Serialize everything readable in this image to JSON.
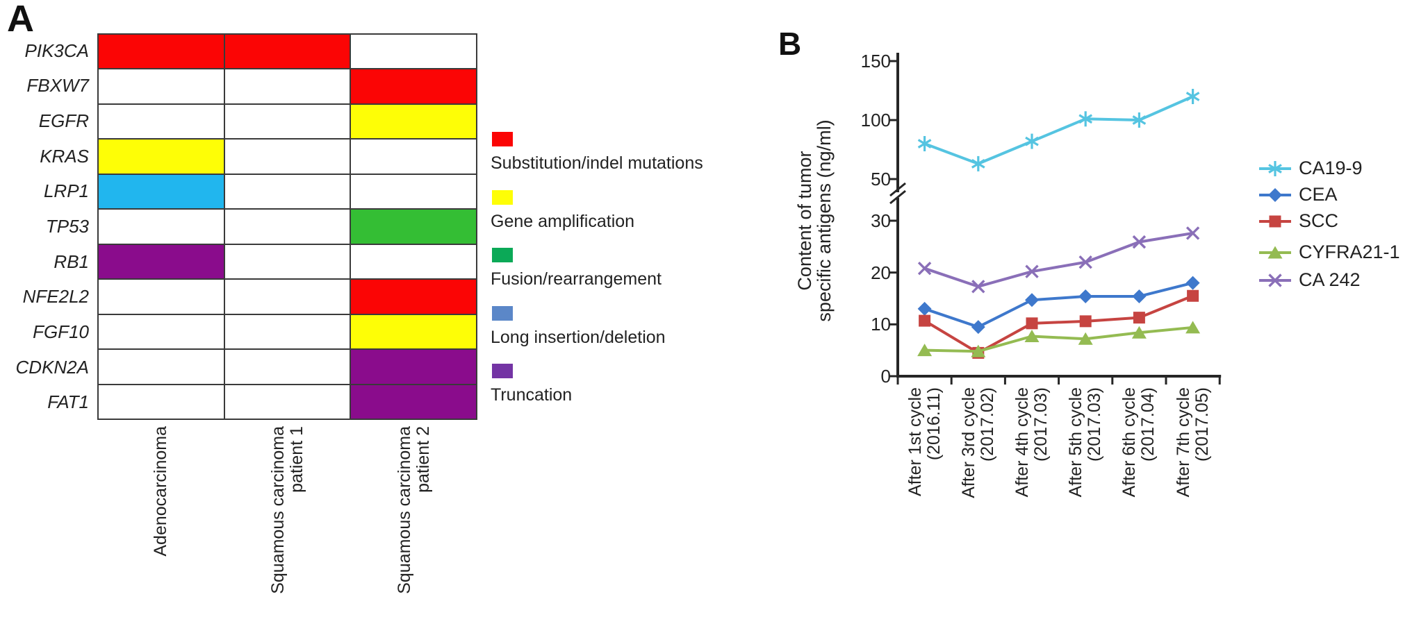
{
  "panels": {
    "a": {
      "label": "A",
      "genes": [
        "PIK3CA",
        "FBXW7",
        "EGFR",
        "KRAS",
        "LRP1",
        "TP53",
        "RB1",
        "NFE2L2",
        "FGF10",
        "CDKN2A",
        "FAT1"
      ],
      "columns": [
        [
          "Adenocarcinoma"
        ],
        [
          "Squamous carcinoma",
          "patient 1"
        ],
        [
          "Squamous carcinoma",
          "patient 2"
        ]
      ],
      "matrix": [
        [
          "red",
          "red",
          "none"
        ],
        [
          "none",
          "none",
          "red"
        ],
        [
          "none",
          "none",
          "yellow"
        ],
        [
          "yellow",
          "none",
          "none"
        ],
        [
          "cyan",
          "none",
          "none"
        ],
        [
          "none",
          "none",
          "green"
        ],
        [
          "purple",
          "none",
          "none"
        ],
        [
          "none",
          "none",
          "red"
        ],
        [
          "none",
          "none",
          "yellow"
        ],
        [
          "none",
          "none",
          "purple"
        ],
        [
          "none",
          "none",
          "purple"
        ]
      ],
      "cell_palette": {
        "red": "#FB0505",
        "yellow": "#FEFE06",
        "cyan": "#21B6EE",
        "green": "#34BE34",
        "purple": "#8A0C8C",
        "none": "#FFFFFF"
      },
      "legend": [
        {
          "color": "#FB0505",
          "label": "Substitution/indel mutations"
        },
        {
          "color": "#FEFE06",
          "label": "Gene amplification"
        },
        {
          "color": "#0BA957",
          "label": "Fusion/rearrangement"
        },
        {
          "color": "#5B87C8",
          "label": "Long insertion/deletion"
        },
        {
          "color": "#7434A4",
          "label": "Truncation"
        }
      ]
    },
    "b": {
      "label": "B",
      "ylabel_lines": [
        "Content of tumor",
        "specific antigens (ng/ml)"
      ]
    }
  },
  "chart_data": {
    "type": "line",
    "title": "",
    "xlabel": "",
    "ylabel": "Content of tumor specific antigens (ng/ml)",
    "categories": [
      "After 1st cycle",
      "After 3rd cycle",
      "After 4th cycle",
      "After 5th cycle",
      "After 6th cycle",
      "After 7th cycle"
    ],
    "category_dates": [
      "(2016.11)",
      "(2017.02)",
      "(2017.03)",
      "(2017.03)",
      "(2017.04)",
      "(2017.05)"
    ],
    "series": [
      {
        "name": "CA19-9",
        "color": "#55C4E1",
        "marker": "asterisk",
        "values": [
          80,
          63,
          82,
          101,
          100,
          120
        ]
      },
      {
        "name": "CEA",
        "color": "#3E78CC",
        "marker": "diamond",
        "values": [
          13,
          9.5,
          14.7,
          15.4,
          15.4,
          18
        ]
      },
      {
        "name": "SCC",
        "color": "#C64441",
        "marker": "square",
        "values": [
          10.7,
          4.5,
          10.2,
          10.6,
          11.3,
          15.5
        ]
      },
      {
        "name": "CYFRA21-1",
        "color": "#94BB52",
        "marker": "triangle",
        "values": [
          5,
          4.8,
          7.7,
          7.2,
          8.4,
          9.4
        ]
      },
      {
        "name": "CA 242",
        "color": "#8A6FB8",
        "marker": "x",
        "values": [
          20.8,
          17.3,
          20.2,
          22,
          25.9,
          27.6
        ]
      }
    ],
    "y_axis": {
      "upper_ticks": [
        150,
        100,
        50
      ],
      "lower_ticks": [
        30,
        20,
        10,
        0
      ],
      "break_between": [
        40,
        50
      ],
      "ylim_lower": [
        0,
        40
      ],
      "ylim_upper": [
        40,
        150
      ]
    },
    "legend_position": "right",
    "grid": false
  }
}
